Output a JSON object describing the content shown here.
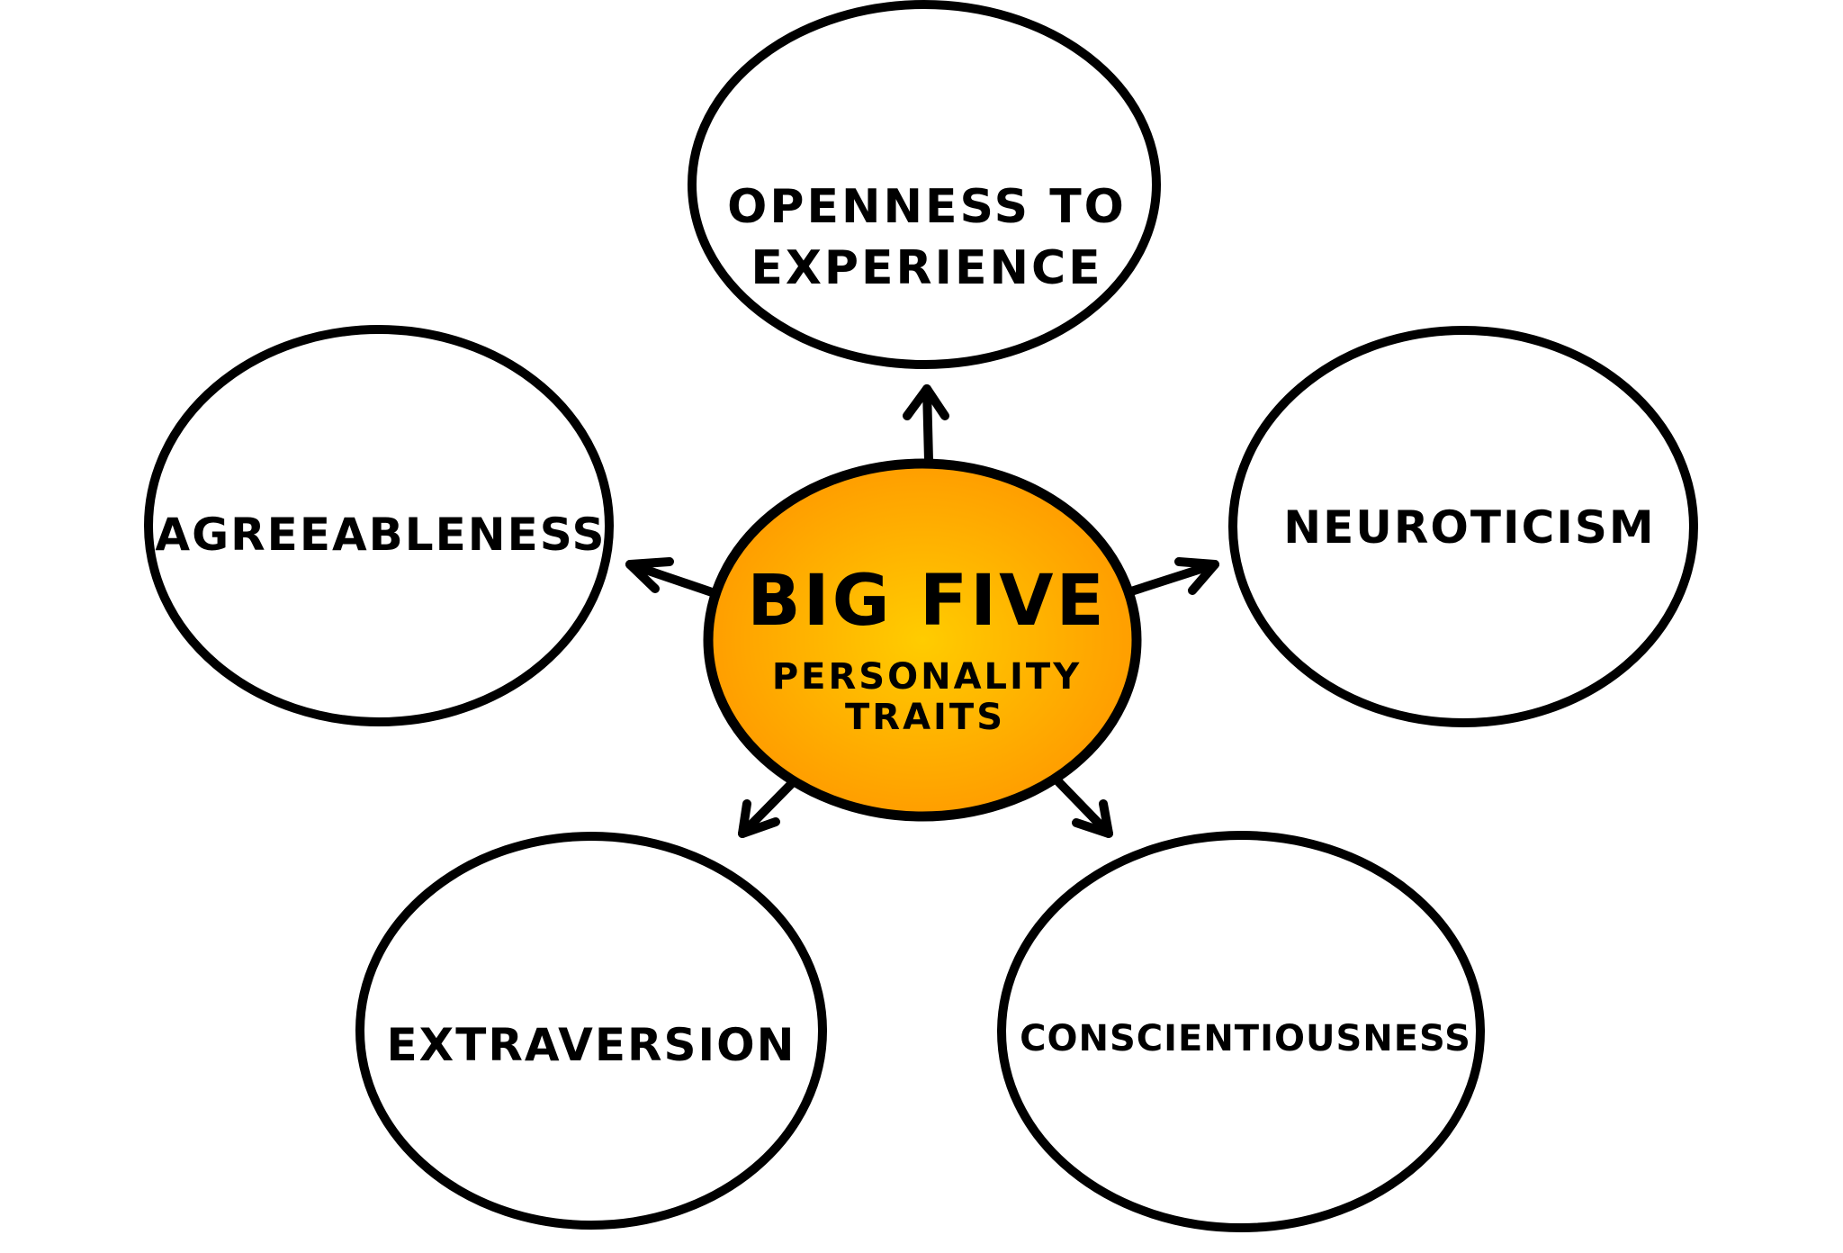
{
  "diagram": {
    "center": {
      "title": "Big Five",
      "subtitle_line1": "Personality",
      "subtitle_line2": "Traits",
      "fill_inner": "#FFCC00",
      "fill_outer": "#FF9900"
    },
    "nodes": [
      {
        "id": "openness",
        "line1": "Openness to",
        "line2": "Experience"
      },
      {
        "id": "agreeableness",
        "label": "Agreeableness"
      },
      {
        "id": "neuroticism",
        "label": "Neuroticism"
      },
      {
        "id": "extraversion",
        "label": "Extraversion"
      },
      {
        "id": "conscientiousness",
        "label": "Conscientiousness"
      }
    ],
    "edges": [
      {
        "from": "center",
        "to": "openness"
      },
      {
        "from": "center",
        "to": "agreeableness"
      },
      {
        "from": "center",
        "to": "neuroticism"
      },
      {
        "from": "center",
        "to": "extraversion"
      },
      {
        "from": "center",
        "to": "conscientiousness"
      }
    ],
    "stroke_color": "#000000",
    "background_color": "#FFFFFF"
  }
}
